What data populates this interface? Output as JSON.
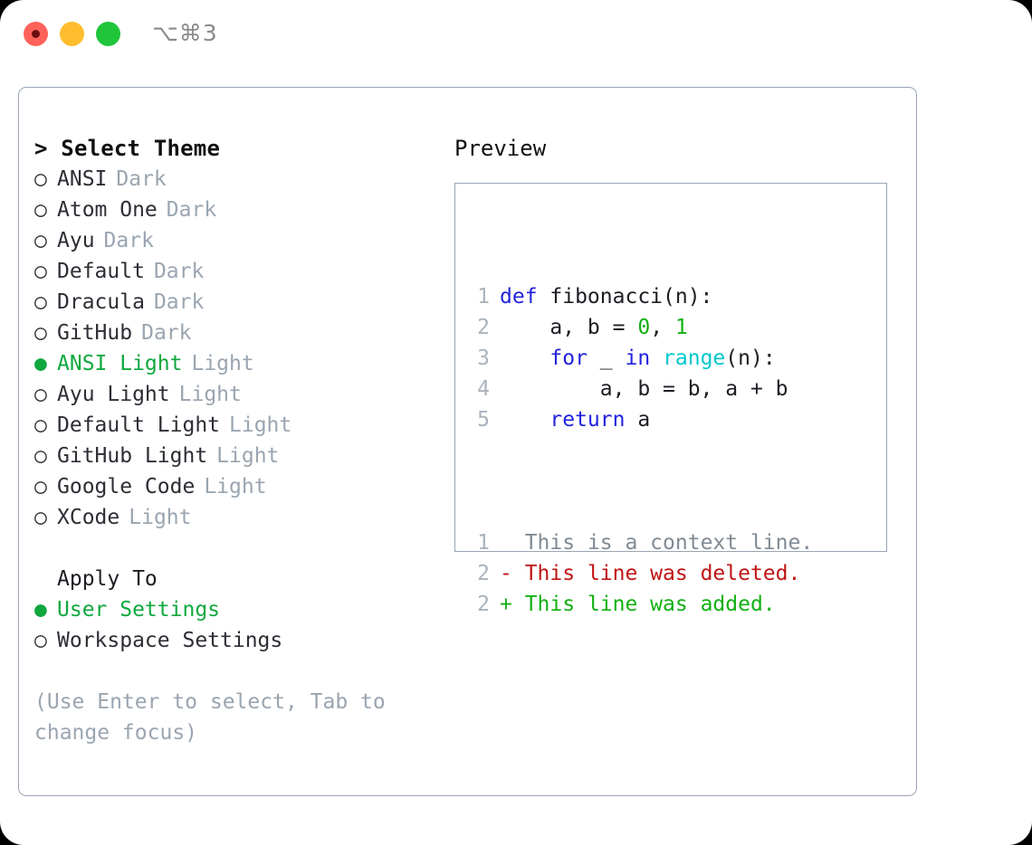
{
  "titlebar": {
    "shortcut_label": "⌥⌘3",
    "lights": [
      {
        "name": "close",
        "color": "#ff6259"
      },
      {
        "name": "minimize",
        "color": "#ffbd2e"
      },
      {
        "name": "zoom",
        "color": "#21c53a"
      }
    ]
  },
  "theme_section": {
    "heading": "> Select Theme",
    "bullet_selected": "●",
    "bullet_unselected": "○",
    "items": [
      {
        "name": "ANSI",
        "tag": "Dark",
        "selected": false
      },
      {
        "name": "Atom One",
        "tag": "Dark",
        "selected": false
      },
      {
        "name": "Ayu",
        "tag": "Dark",
        "selected": false
      },
      {
        "name": "Default",
        "tag": "Dark",
        "selected": false
      },
      {
        "name": "Dracula",
        "tag": "Dark",
        "selected": false
      },
      {
        "name": "GitHub",
        "tag": "Dark",
        "selected": false
      },
      {
        "name": "ANSI Light",
        "tag": "Light",
        "selected": true
      },
      {
        "name": "Ayu Light",
        "tag": "Light",
        "selected": false
      },
      {
        "name": "Default Light",
        "tag": "Light",
        "selected": false
      },
      {
        "name": "GitHub Light",
        "tag": "Light",
        "selected": false
      },
      {
        "name": "Google Code",
        "tag": "Light",
        "selected": false
      },
      {
        "name": "XCode",
        "tag": "Light",
        "selected": false
      }
    ]
  },
  "apply_to_section": {
    "label": "Apply To",
    "items": [
      {
        "name": "User Settings",
        "selected": true
      },
      {
        "name": "Workspace Settings",
        "selected": false
      }
    ]
  },
  "hint": "(Use Enter to select, Tab to change focus)",
  "preview": {
    "title": "Preview",
    "code_lines": [
      {
        "n": "1",
        "tokens": [
          {
            "t": "def ",
            "c": "kw"
          },
          {
            "t": "fibonacci(n):",
            "c": "txt"
          }
        ]
      },
      {
        "n": "2",
        "tokens": [
          {
            "t": "    a, b = ",
            "c": "txt"
          },
          {
            "t": "0",
            "c": "num"
          },
          {
            "t": ", ",
            "c": "txt"
          },
          {
            "t": "1",
            "c": "num"
          }
        ]
      },
      {
        "n": "3",
        "tokens": [
          {
            "t": "    ",
            "c": "txt"
          },
          {
            "t": "for",
            "c": "kw"
          },
          {
            "t": " _ ",
            "c": "txt"
          },
          {
            "t": "in",
            "c": "kw"
          },
          {
            "t": " ",
            "c": "txt"
          },
          {
            "t": "range",
            "c": "fn"
          },
          {
            "t": "(n):",
            "c": "txt"
          }
        ]
      },
      {
        "n": "4",
        "tokens": [
          {
            "t": "        a, b = b, a + b",
            "c": "txt"
          }
        ]
      },
      {
        "n": "5",
        "tokens": [
          {
            "t": "    ",
            "c": "txt"
          },
          {
            "t": "return",
            "c": "kw"
          },
          {
            "t": " a",
            "c": "txt"
          }
        ]
      }
    ],
    "diff_lines": [
      {
        "n": "1",
        "marker": " ",
        "text": " This is a context line.",
        "kind": "ctx"
      },
      {
        "n": "2",
        "marker": "-",
        "text": " This line was deleted.",
        "kind": "del"
      },
      {
        "n": "2",
        "marker": "+",
        "text": " This line was added.",
        "kind": "add"
      }
    ]
  },
  "colors": {
    "accent_green": "#0fa83f",
    "muted": "#9aa5b1",
    "border": "#9aa6b4",
    "keyword": "#2222dd",
    "function": "#00c8cd",
    "number": "#11b011",
    "diff_deleted": "#c01414",
    "diff_added": "#11b011"
  }
}
